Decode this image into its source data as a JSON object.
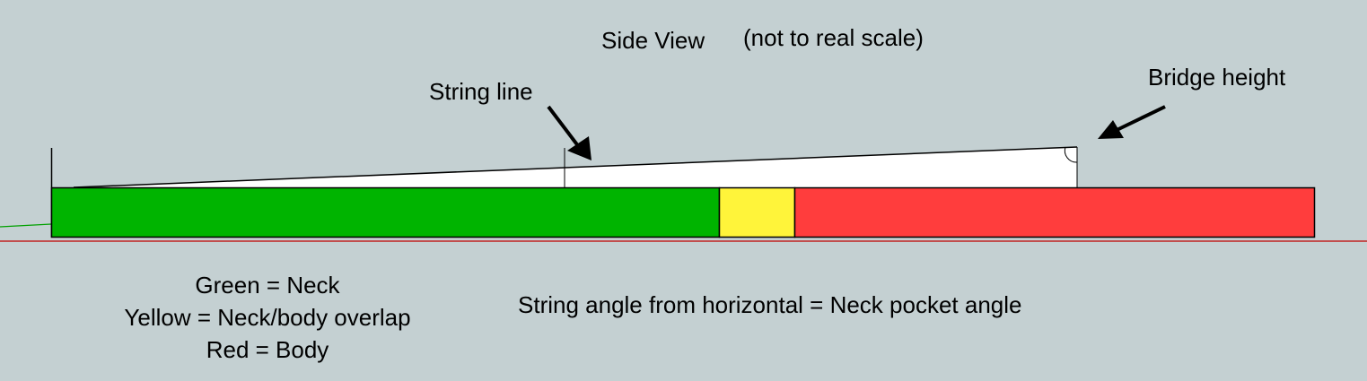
{
  "title": {
    "main": "Side View",
    "note": "(not to real scale)"
  },
  "annotations": {
    "string_line": "String line",
    "bridge_height": "Bridge height",
    "angle_note": "String angle from horizontal = Neck pocket angle"
  },
  "legend": {
    "items": [
      {
        "label": "Green = Neck",
        "color": "#00b400"
      },
      {
        "label": "Yellow = Neck/body overlap",
        "color": "#fff43a"
      },
      {
        "label": "Red = Body",
        "color": "#ff3d3d"
      }
    ]
  },
  "colors": {
    "background": "#c4d0d2",
    "neck": "#00b400",
    "overlap": "#fff43a",
    "body": "#ff3d3d",
    "string_region": "#ffffff",
    "ground_line": "#c00000",
    "green_axis": "#00a000"
  }
}
